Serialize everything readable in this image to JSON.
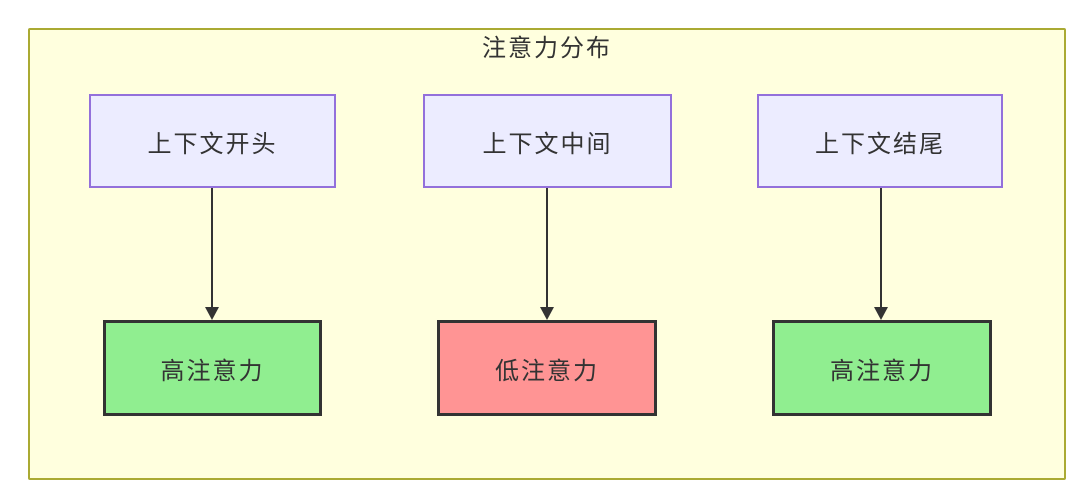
{
  "diagram": {
    "title": "注意力分布",
    "columns": [
      {
        "source": {
          "label": "上下文开头"
        },
        "arrow": {
          "direction": "down"
        },
        "target": {
          "label": "高注意力",
          "level": "high"
        }
      },
      {
        "source": {
          "label": "上下文中间"
        },
        "arrow": {
          "direction": "down"
        },
        "target": {
          "label": "低注意力",
          "level": "low"
        }
      },
      {
        "source": {
          "label": "上下文结尾"
        },
        "arrow": {
          "direction": "down"
        },
        "target": {
          "label": "高注意力",
          "level": "high"
        }
      }
    ],
    "colors": {
      "container_fill": "#ffffde",
      "container_border": "#aaaa33",
      "source_fill": "#ececff",
      "source_border": "#9370db",
      "high_attention_fill": "#90ee90",
      "low_attention_fill": "#ff9494",
      "target_border": "#333333",
      "arrow": "#333333",
      "text": "#333333"
    }
  }
}
